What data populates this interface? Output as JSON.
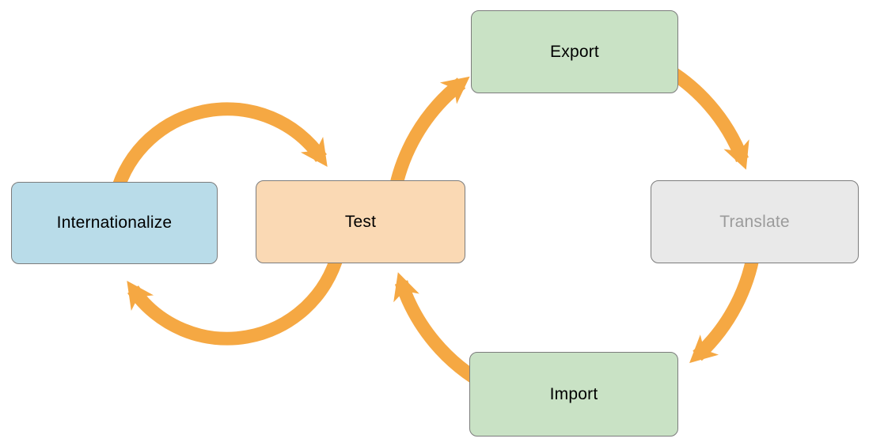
{
  "diagram": {
    "background_color": "#ffffff",
    "arrow_color": "#f5a843",
    "node_border_color": "#7c7c7c",
    "nodes": [
      {
        "id": "internationalize",
        "label": "Internationalize",
        "fill": "#b9dce9",
        "text_color": "#000000"
      },
      {
        "id": "test",
        "label": "Test",
        "fill": "#fad9b4",
        "text_color": "#000000"
      },
      {
        "id": "export",
        "label": "Export",
        "fill": "#c9e2c5",
        "text_color": "#000000"
      },
      {
        "id": "translate",
        "label": "Translate",
        "fill": "#e9e9e9",
        "text_color": "#9b9b9b"
      },
      {
        "id": "import",
        "label": "Import",
        "fill": "#c9e2c5",
        "text_color": "#000000"
      }
    ],
    "edges": [
      {
        "from": "Internationalize",
        "to": "Test"
      },
      {
        "from": "Test",
        "to": "Internationalize"
      },
      {
        "from": "Test",
        "to": "Export"
      },
      {
        "from": "Export",
        "to": "Translate"
      },
      {
        "from": "Translate",
        "to": "Import"
      },
      {
        "from": "Import",
        "to": "Test"
      }
    ]
  }
}
